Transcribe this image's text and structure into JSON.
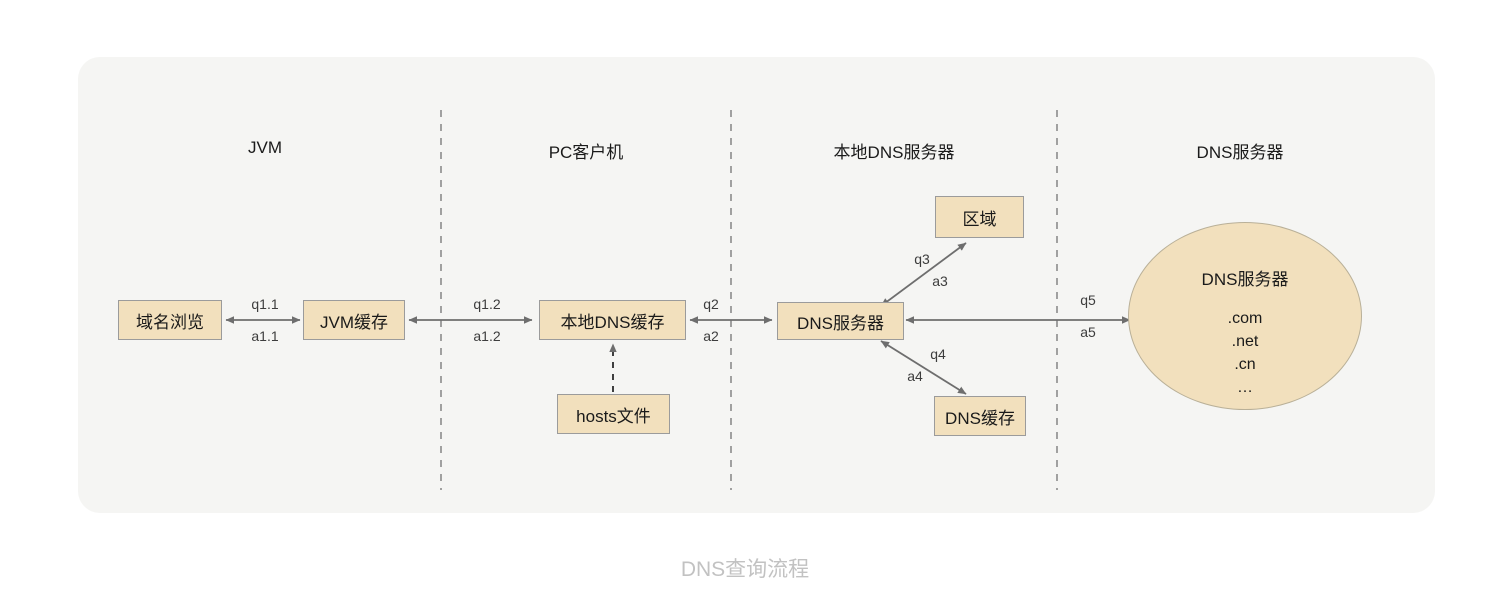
{
  "diagram": {
    "caption": "DNS查询流程",
    "panel_color": "#f5f5f3",
    "node_fill": "#f2e0bd",
    "node_stroke": "#9b9b9b",
    "edge_color": "#6e6e6e",
    "divider_color": "#8c8c8c",
    "caption_color": "#c2c2c2"
  },
  "lanes": [
    {
      "id": "jvm",
      "title": "JVM"
    },
    {
      "id": "pc-client",
      "title": "PC客户机"
    },
    {
      "id": "local-dns-server",
      "title": "本地DNS服务器"
    },
    {
      "id": "dns-server",
      "title": "DNS服务器"
    }
  ],
  "nodes": [
    {
      "id": "domain-browse",
      "label": "域名浏览"
    },
    {
      "id": "jvm-cache",
      "label": "JVM缓存"
    },
    {
      "id": "local-dns-cache",
      "label": "本地DNS缓存"
    },
    {
      "id": "hosts-file",
      "label": "hosts文件"
    },
    {
      "id": "dns-server-box",
      "label": "DNS服务器"
    },
    {
      "id": "zone",
      "label": "区域"
    },
    {
      "id": "dns-cache",
      "label": "DNS缓存"
    }
  ],
  "ellipse": {
    "title": "DNS服务器",
    "items": [
      ".com",
      ".net",
      ".cn",
      "…"
    ]
  },
  "edges": [
    {
      "id": "e1",
      "query": "q1.1",
      "answer": "a1.1",
      "from": "domain-browse",
      "to": "jvm-cache"
    },
    {
      "id": "e2",
      "query": "q1.2",
      "answer": "a1.2",
      "from": "jvm-cache",
      "to": "local-dns-cache"
    },
    {
      "id": "e3",
      "query": "q2",
      "answer": "a2",
      "from": "local-dns-cache",
      "to": "dns-server-box"
    },
    {
      "id": "e4",
      "query": "q3",
      "answer": "a3",
      "from": "dns-server-box",
      "to": "zone"
    },
    {
      "id": "e5",
      "query": "q4",
      "answer": "a4",
      "from": "dns-server-box",
      "to": "dns-cache"
    },
    {
      "id": "e6",
      "query": "q5",
      "answer": "a5",
      "from": "dns-server-box",
      "to": "dns-server-ellipse"
    }
  ]
}
